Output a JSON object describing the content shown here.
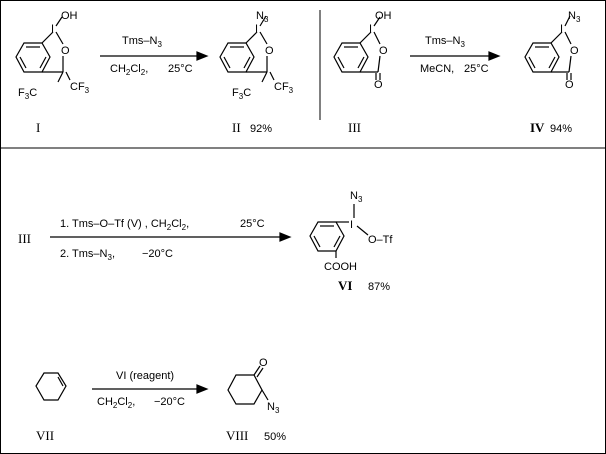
{
  "scheme1": {
    "reagent_top": "Tms–N",
    "reagent_top_sub": "3",
    "cond_solvent": "CH",
    "cond_solvent_sub1": "2",
    "cond_solvent_mid": "Cl",
    "cond_solvent_sub2": "2",
    "cond_solvent_tail": ",",
    "cond_temp": "25°C",
    "reactant_label": "I",
    "product_label": "II",
    "product_yield": "92%",
    "oh_label": "OH",
    "i_label": "I",
    "o_label": "O",
    "n3_label": "N",
    "n3_sub": "3",
    "cf3_label": "CF",
    "cf3_sub": "3",
    "f3c_label": "F",
    "f3c_sub": "3",
    "f3c_tail": "C"
  },
  "scheme2": {
    "reagent_top": "Tms–N",
    "reagent_top_sub": "3",
    "cond_solvent": "MeCN,",
    "cond_temp": "25°C",
    "reactant_label": "III",
    "product_label": "IV",
    "product_yield": "94%",
    "oh_label": "OH",
    "i_label": "I",
    "o_label": "O",
    "co_label": "O",
    "n3_label": "N",
    "n3_sub": "3"
  },
  "scheme3": {
    "start_label": "III",
    "step1": "1. Tms–O–Tf (V) , CH",
    "step1_sub1": "2",
    "step1_mid": "Cl",
    "step1_sub2": "2",
    "step1_tail": ",",
    "step1_temp": "25°C",
    "step2": "2. Tms–N",
    "step2_sub": "3",
    "step2_tail": ",",
    "step2_temp": "−20°C",
    "product_label": "VI",
    "product_yield": "87%",
    "n3_label": "N",
    "n3_sub": "3",
    "i_label": "I",
    "otf_label": "O–Tf",
    "cooh_label": "COOH"
  },
  "scheme4": {
    "reagent_top": "VI (reagent)",
    "cond_solvent": "CH",
    "cond_solvent_sub1": "2",
    "cond_solvent_mid": "Cl",
    "cond_solvent_sub2": "2",
    "cond_solvent_tail": ",",
    "cond_temp": "−20°C",
    "reactant_label": "VII",
    "product_label": "VIII",
    "product_yield": "50%",
    "o_label": "O",
    "n3_label": "N",
    "n3_sub": "3"
  }
}
